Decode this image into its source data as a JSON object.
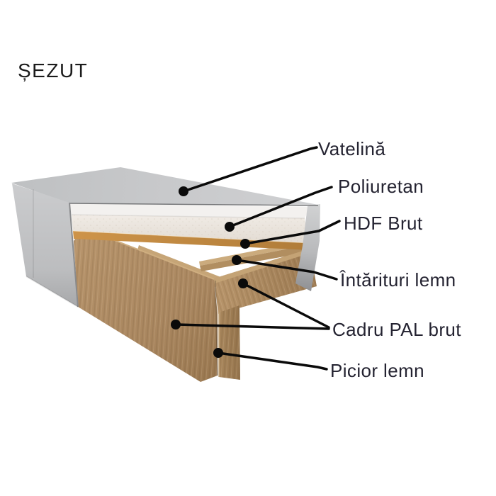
{
  "title": "ȘEZUT",
  "labels": [
    {
      "text": "Vatelină"
    },
    {
      "text": "Poliuretan"
    },
    {
      "text": "HDF Brut"
    },
    {
      "text": "Întărituri lemn"
    },
    {
      "text": "Cadru PAL brut"
    },
    {
      "text": "Picior lemn"
    }
  ],
  "colors": {
    "title_text": "#1b1b1b",
    "label_text": "#242331",
    "leader_line": "#0a0a0a",
    "fabric_gray": "#c6c7c9",
    "foam_white": "#efe9e2",
    "hdf_tan": "#c28a43",
    "wood_oak": "#ab8962",
    "background": "#ffffff"
  }
}
